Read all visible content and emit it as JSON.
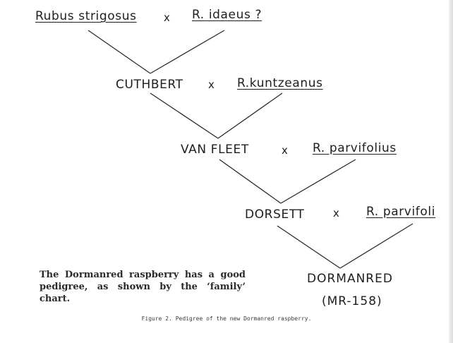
{
  "generations": [
    {
      "parent": "Rubus strigosus",
      "cross": "x",
      "mate": "R. idaeus ?"
    },
    {
      "parent": "CUTHBERT",
      "cross": "x",
      "mate": "R.kuntzeanus"
    },
    {
      "parent": "VAN FLEET",
      "cross": "x",
      "mate": "R. parvifolius"
    },
    {
      "parent": "DORSETT",
      "cross": "x",
      "mate": "R. parvifoli"
    }
  ],
  "offspring": {
    "name": "DORMANRED",
    "code": "(MR-158)"
  },
  "caption": "The Dormanred raspberry has a good pedigree, as shown by the ‘family’ chart.",
  "figure_caption": "Figure 2.  Pedigree of the new Dormanred raspberry."
}
